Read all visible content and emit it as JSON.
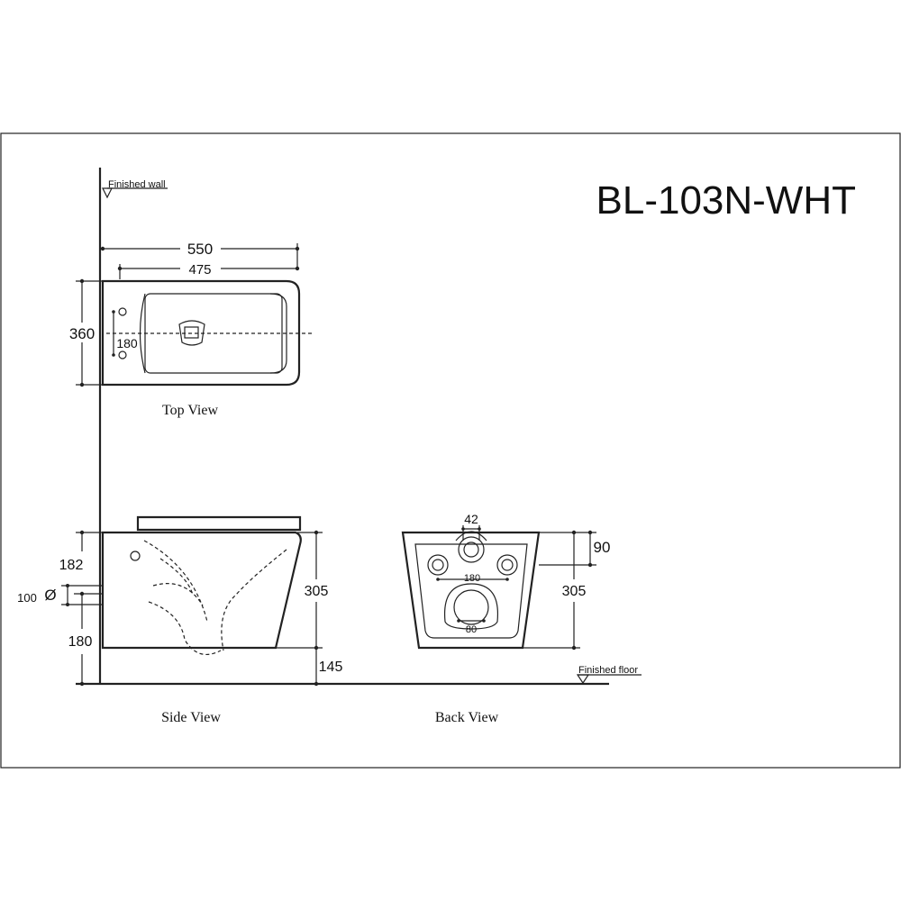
{
  "model_code": "BL-103N-WHT",
  "labels": {
    "finished_wall": "Finished wall",
    "finished_floor": "Finished floor",
    "top_view": "Top View",
    "side_view": "Side View",
    "back_view": "Back View"
  },
  "top_view": {
    "length_overall": "550",
    "length_bowl": "475",
    "width": "360",
    "bolt_spacing": "180"
  },
  "side_view": {
    "inlet_height": "182",
    "outlet_diameter": "100",
    "diameter_symbol": "Ø",
    "outlet_height": "180",
    "height": "305",
    "floor_clearance": "145"
  },
  "back_view": {
    "inlet_diameter": "42",
    "top_offset": "90",
    "bolt_spacing": "180",
    "height": "305",
    "outlet_width": "80"
  }
}
